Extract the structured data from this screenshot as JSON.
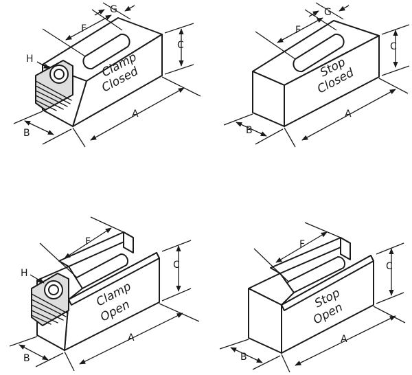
{
  "diagrams": [
    {
      "id": "clamp-closed",
      "line1": "Clamp",
      "line2": "Closed",
      "labels": {
        "a": "A",
        "b": "B",
        "c": "C",
        "f": "F",
        "g": "G",
        "h": "H"
      }
    },
    {
      "id": "stop-closed",
      "line1": "Stop",
      "line2": "Closed",
      "labels": {
        "a": "A",
        "b": "B",
        "c": "C",
        "f": "F",
        "g": "G"
      }
    },
    {
      "id": "clamp-open",
      "line1": "Clamp",
      "line2": "Open",
      "labels": {
        "a": "A",
        "b": "B",
        "c": "C",
        "f": "F",
        "h": "H"
      }
    },
    {
      "id": "stop-open",
      "line1": "Stop",
      "line2": "Open",
      "labels": {
        "a": "A",
        "b": "B",
        "c": "C",
        "f": "F"
      }
    }
  ]
}
